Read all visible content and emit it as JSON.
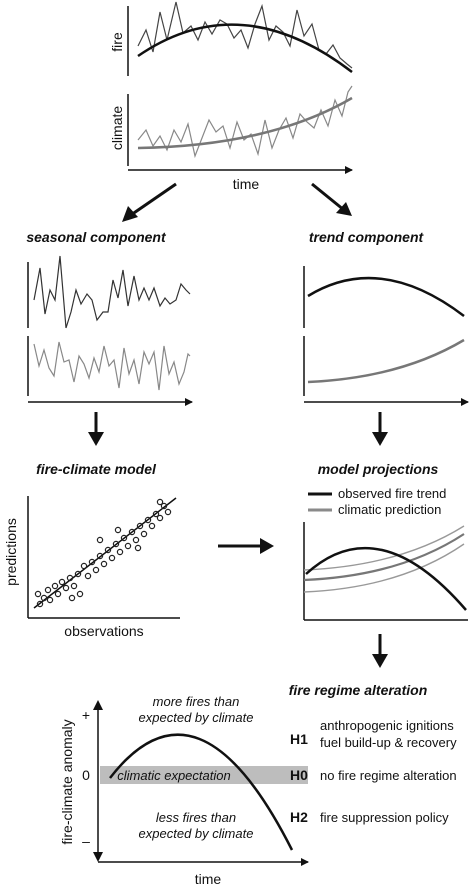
{
  "top_panel": {
    "fire_label": "fire",
    "climate_label": "climate",
    "time_label": "time"
  },
  "seasonal_component": {
    "title": "seasonal component"
  },
  "trend_component": {
    "title": "trend component"
  },
  "fire_climate_model": {
    "title": "fire-climate model",
    "x_label": "observations",
    "y_label": "predictions"
  },
  "model_projections": {
    "title": "model projections",
    "legend": [
      {
        "label": "observed fire trend",
        "color": "#111111"
      },
      {
        "label": "climatic prediction",
        "color": "#8a8a8a"
      }
    ]
  },
  "fire_regime_alteration": {
    "title": "fire regime alteration",
    "y_label": "fire-climate anomaly",
    "x_label": "time",
    "plus_sign": "+",
    "zero_label": "0",
    "minus_sign": "–",
    "above_text_1": "more fires than",
    "above_text_2": "expected by climate",
    "band_label": "climatic expectation",
    "below_text_1": "less fires than",
    "below_text_2": "expected by climate",
    "band_color": "#bdbdbd",
    "hypotheses": [
      {
        "code": "H1",
        "lines": [
          "anthropogenic ignitions",
          "fuel build-up & recovery"
        ]
      },
      {
        "code": "H0",
        "lines": [
          "no fire regime alteration"
        ]
      },
      {
        "code": "H2",
        "lines": [
          "fire suppression policy"
        ]
      }
    ]
  }
}
